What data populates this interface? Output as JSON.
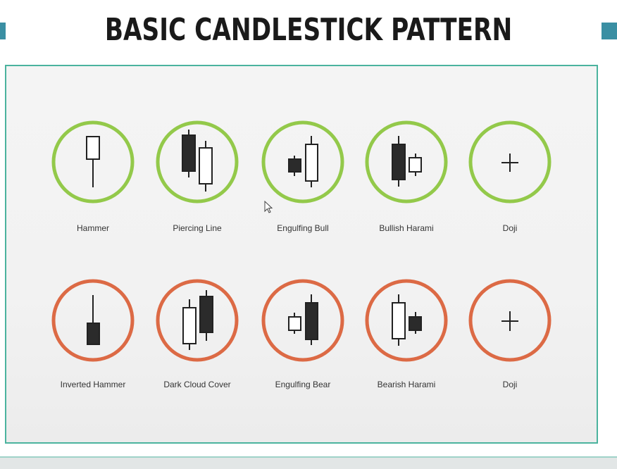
{
  "title": "BASIC CANDLESTICK PATTERN",
  "colors": {
    "bullish": "#93c94a",
    "bearish": "#dc6a45",
    "accent": "#3a8fa3",
    "frame": "#4bb39e"
  },
  "bullish_patterns": [
    {
      "label": "Hammer",
      "icon": "hammer-icon"
    },
    {
      "label": "Piercing Line",
      "icon": "piercing-line-icon"
    },
    {
      "label": "Engulfing Bull",
      "icon": "engulfing-bull-icon"
    },
    {
      "label": "Bullish Harami",
      "icon": "bullish-harami-icon"
    },
    {
      "label": "Doji",
      "icon": "doji-icon"
    }
  ],
  "bearish_patterns": [
    {
      "label": "Inverted Hammer",
      "icon": "inverted-hammer-icon"
    },
    {
      "label": "Dark Cloud Cover",
      "icon": "dark-cloud-cover-icon"
    },
    {
      "label": "Engulfing Bear",
      "icon": "engulfing-bear-icon"
    },
    {
      "label": "Bearish Harami",
      "icon": "bearish-harami-icon"
    },
    {
      "label": "Doji",
      "icon": "doji-icon"
    }
  ]
}
